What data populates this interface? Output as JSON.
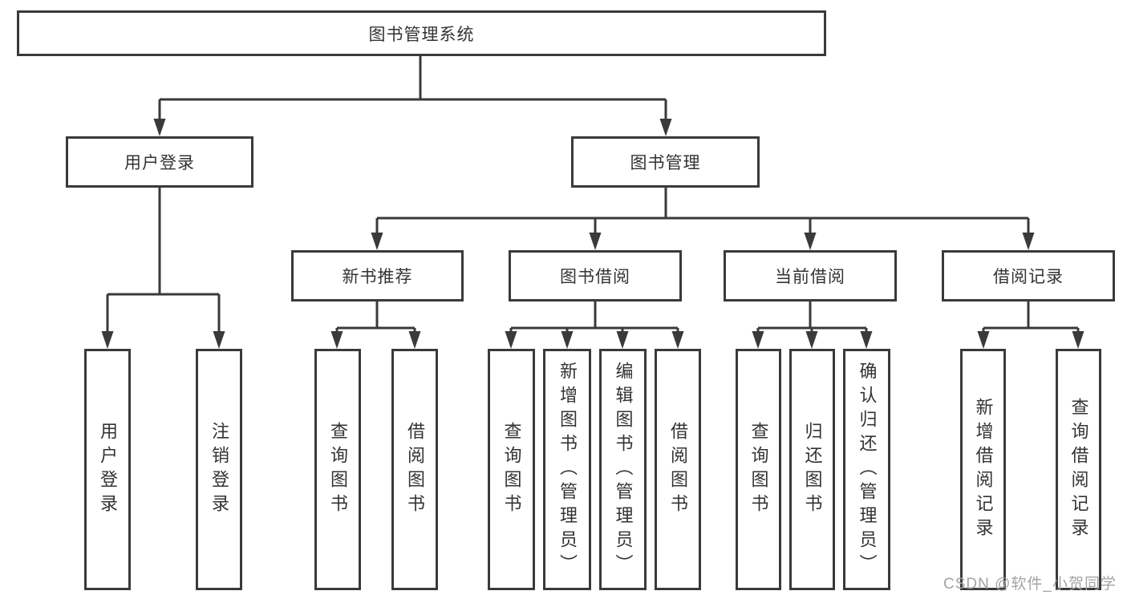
{
  "title": "图书管理系统",
  "watermark": "CSDN @软件_小贺同学",
  "colors": {
    "line": "#3a3a3a",
    "text": "#333333",
    "watermark": "#a3a3a3",
    "background": "#ffffff"
  },
  "tree": {
    "label": "图书管理系统",
    "children": [
      {
        "label": "用户登录",
        "children": [
          {
            "label": "用户登录"
          },
          {
            "label": "注销登录"
          }
        ]
      },
      {
        "label": "图书管理",
        "children": [
          {
            "label": "新书推荐",
            "children": [
              {
                "label": "查询图书"
              },
              {
                "label": "借阅图书"
              }
            ]
          },
          {
            "label": "图书借阅",
            "children": [
              {
                "label": "查询图书"
              },
              {
                "label": "新增图书（管理员）"
              },
              {
                "label": "编辑图书（管理员）"
              },
              {
                "label": "借阅图书"
              }
            ]
          },
          {
            "label": "当前借阅",
            "children": [
              {
                "label": "查询图书"
              },
              {
                "label": "归还图书"
              },
              {
                "label": "确认归还（管理员）"
              }
            ]
          },
          {
            "label": "借阅记录",
            "children": [
              {
                "label": "新增借阅记录"
              },
              {
                "label": "查询借阅记录"
              }
            ]
          }
        ]
      }
    ]
  }
}
